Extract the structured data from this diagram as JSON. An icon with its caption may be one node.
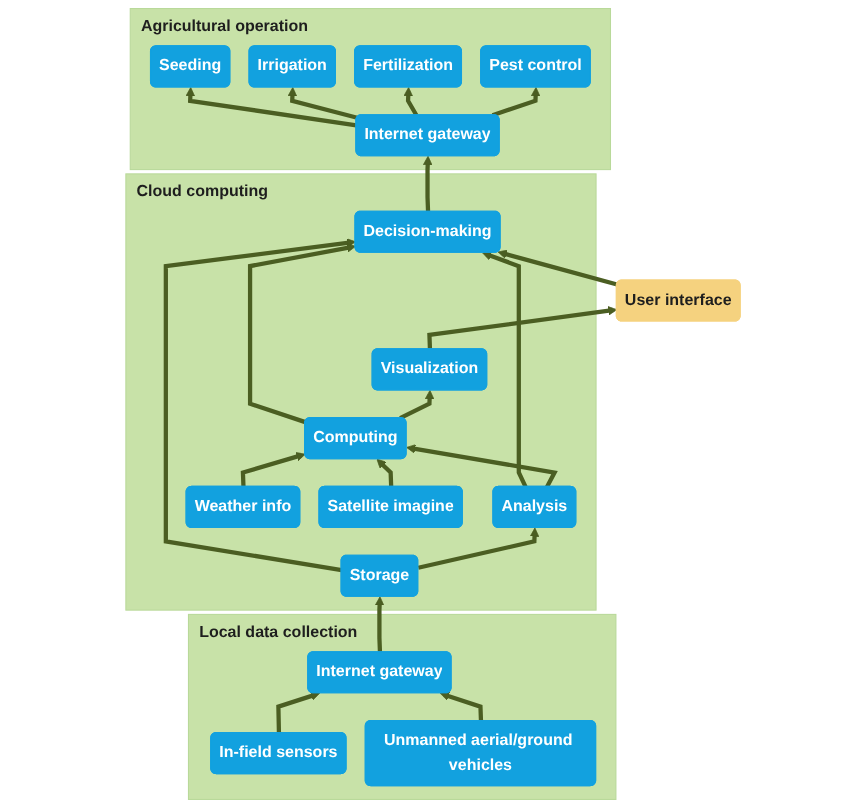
{
  "diagram": {
    "nodes": [
      {
        "text": [
          "Agricultural operation"
        ]
      },
      {
        "text": [
          "Seeding"
        ],
        "in": 0
      },
      {
        "text": [
          "Irrigation"
        ],
        "in": 0
      },
      {
        "text": [
          "Fertilization"
        ],
        "in": 0
      },
      {
        "text": [
          "Pest control"
        ],
        "in": 0
      },
      {
        "text": [
          "Internet gateway"
        ],
        "in": 0
      },
      {
        "text": [
          "Cloud computing"
        ]
      },
      {
        "text": [
          "Decision-making"
        ],
        "in": 6
      },
      {
        "text": [
          "Storage"
        ],
        "in": 6
      },
      {
        "text": [
          "Analysis"
        ],
        "in": 6
      },
      {
        "text": [
          "Computing"
        ],
        "in": 6
      },
      {
        "text": [
          "Visualization"
        ],
        "in": 6
      },
      {
        "text": [
          "Weather info"
        ],
        "in": 6
      },
      {
        "text": [
          "Satellite imagine"
        ],
        "in": 6
      },
      {
        "text": [
          "User interface"
        ]
      },
      {
        "text": [
          "Local data collection"
        ]
      },
      {
        "text": [
          "Internet gateway"
        ],
        "in": 15
      },
      {
        "text": [
          "In-field sensors"
        ],
        "in": 15
      },
      {
        "text": [
          "Unmanned aerial/ground vehicles"
        ],
        "in": 15
      }
    ],
    "edges": [
      {
        "from": 5,
        "to": 1,
        "arrow": "to"
      },
      {
        "from": 5,
        "to": 2,
        "arrow": "to"
      },
      {
        "from": 5,
        "to": 3,
        "arrow": "to"
      },
      {
        "from": 5,
        "to": 4,
        "arrow": "to"
      },
      {
        "from": 7,
        "to": 5,
        "arrow": "to"
      },
      {
        "from": 14,
        "to": 7,
        "arrow": "to"
      },
      {
        "from": 8,
        "to": 7,
        "arrow": "to"
      },
      {
        "from": 9,
        "to": 7,
        "arrow": "to"
      },
      {
        "from": 10,
        "to": 7,
        "arrow": "to"
      },
      {
        "from": 8,
        "to": 9,
        "arrow": "to"
      },
      {
        "from": 9,
        "to": 10,
        "arrow": "to"
      },
      {
        "from": 10,
        "to": 11,
        "arrow": "to"
      },
      {
        "from": 11,
        "to": 14,
        "arrow": "to"
      },
      {
        "from": 12,
        "to": 10,
        "arrow": "to"
      },
      {
        "from": 13,
        "to": 10,
        "arrow": "to"
      },
      {
        "from": 16,
        "to": 8,
        "arrow": "to"
      },
      {
        "from": 17,
        "to": 16,
        "arrow": "to"
      },
      {
        "from": 18,
        "to": 16,
        "arrow": "to"
      }
    ]
  }
}
